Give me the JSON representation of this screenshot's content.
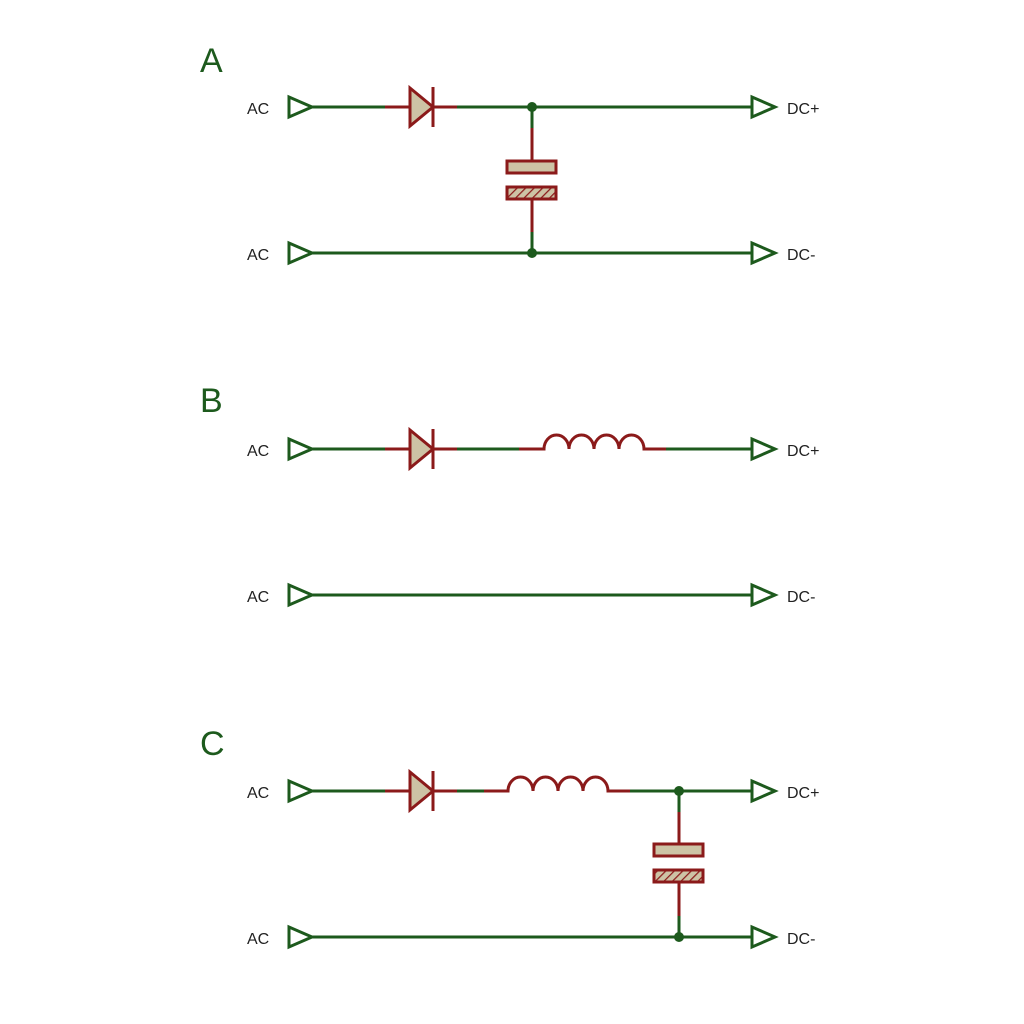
{
  "colors": {
    "wire": "#1d5a1d",
    "component": "#8b1a1a",
    "component_fill": "#cdc3a5",
    "text": "#222222"
  },
  "circuits": [
    {
      "label": "A",
      "in_top": "AC",
      "in_bottom": "AC",
      "out_top": "DC+",
      "out_bottom": "DC-",
      "components": [
        "diode",
        "capacitor"
      ]
    },
    {
      "label": "B",
      "in_top": "AC",
      "in_bottom": "AC",
      "out_top": "DC+",
      "out_bottom": "DC-",
      "components": [
        "diode",
        "inductor"
      ]
    },
    {
      "label": "C",
      "in_top": "AC",
      "in_bottom": "AC",
      "out_top": "DC+",
      "out_bottom": "DC-",
      "components": [
        "diode",
        "inductor",
        "capacitor"
      ]
    }
  ]
}
